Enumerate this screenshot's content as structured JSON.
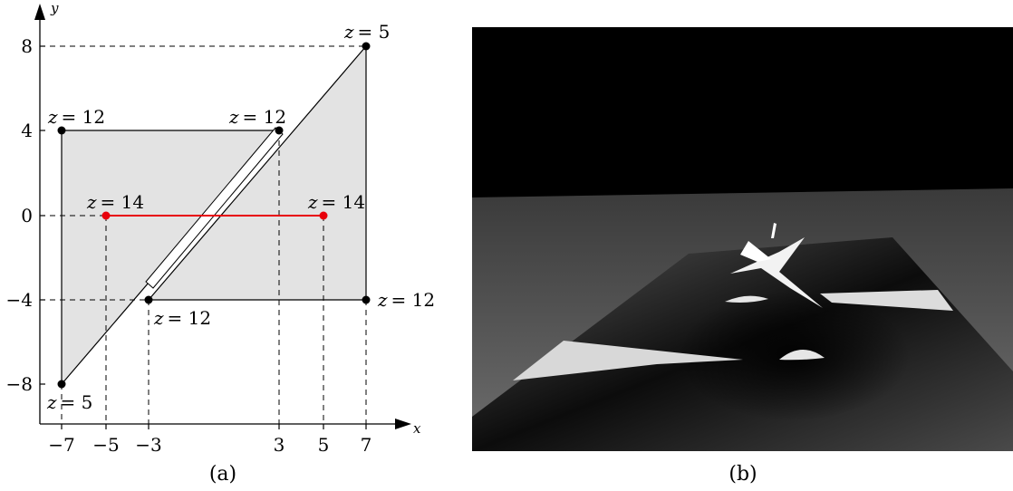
{
  "panel_a": {
    "axes": {
      "x_label": "x",
      "y_label": "y"
    },
    "x_ticks": [
      "−7",
      "−5",
      "−3",
      "3",
      "5",
      "7"
    ],
    "y_ticks": [
      "8",
      "4",
      "0",
      "−4",
      "−8"
    ],
    "z_labels": {
      "top_right": "= 5",
      "rect_top_left": "= 12",
      "rect_top_mid": "= 12",
      "seg_left": "= 14",
      "seg_right": "= 14",
      "rect_bottom_right": "= 12",
      "rect_bottom_mid": "= 12",
      "bottom_left": "= 5"
    },
    "z_var": "z",
    "caption": "(a)",
    "colors": {
      "fill": "#e3e3e3",
      "segment": "#e8000b",
      "line": "#000000"
    }
  },
  "panel_b": {
    "caption": "(b)",
    "colors": {
      "sky": "#000000",
      "ground_light": "#bdbdbd",
      "ground_dark": "#1a1a1a",
      "highlight": "#e6e6e6"
    }
  }
}
